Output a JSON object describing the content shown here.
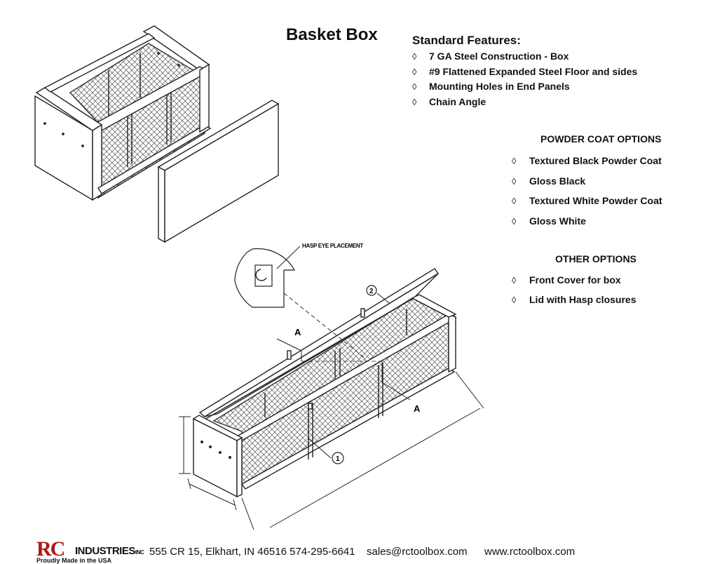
{
  "title": "Basket Box",
  "standard_features": {
    "heading": "Standard Features:",
    "bullet": "◊",
    "items": [
      "7 GA Steel Construction - Box",
      "#9 Flattened Expanded Steel Floor and sides",
      "Mounting Holes in End Panels",
      "Chain Angle"
    ]
  },
  "powder_coat": {
    "heading": "POWDER COAT OPTIONS",
    "items": [
      "Textured  Black Powder  Coat",
      "Gloss Black",
      "Textured White Powder Coat",
      "Gloss White"
    ]
  },
  "other_options": {
    "heading": "OTHER OPTIONS",
    "items": [
      "Front Cover for box",
      "Lid with Hasp closures"
    ]
  },
  "drawing": {
    "hasp_callout": "HASP EYE PLACEMENT",
    "section_label": "A",
    "balloon_1": "1",
    "balloon_2": "2"
  },
  "footer": {
    "logo_rc": "RC",
    "logo_industries": "INDUSTRIES",
    "logo_inc": "INC",
    "logo_tagline": "Proudly Made in the USA",
    "address": "555 CR 15,  Elkhart,  IN  46516    574-295-6641",
    "email": "sales@rctoolbox.com",
    "website": "www.rctoolbox.com"
  },
  "colors": {
    "logo_red": "#b01818",
    "line": "#222222",
    "mesh": "#555555"
  }
}
